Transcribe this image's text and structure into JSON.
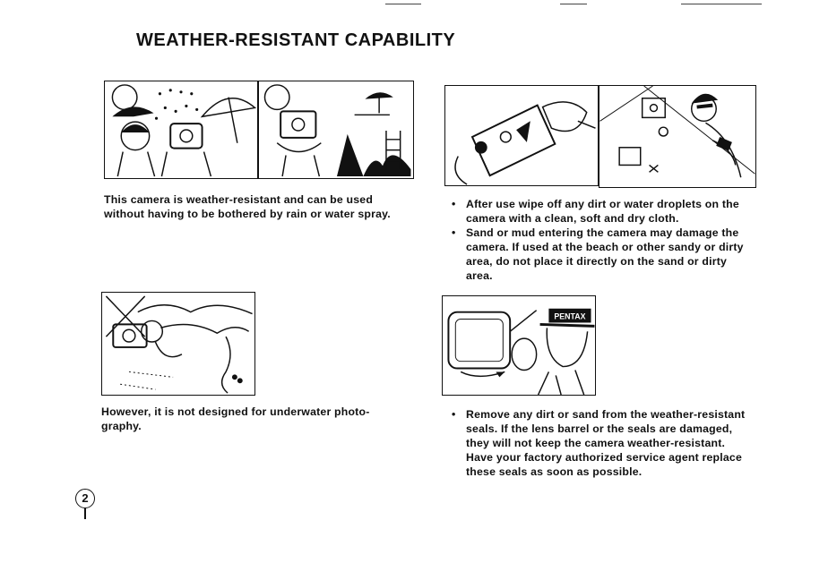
{
  "page": {
    "title": "WEATHER-RESISTANT CAPABILITY",
    "page_number": "2"
  },
  "sections": {
    "rain": {
      "text": "This camera is weather-resistant and can be used without having to be bothered by rain or water spray."
    },
    "cleaning": {
      "bullets": [
        "After use wipe off any dirt or water droplets on the camera with a clean, soft and dry cloth.",
        "Sand or mud entering the camera may damage the camera. If used at the beach or other sandy or dirty area, do not place it directly on the sand or dirty area."
      ]
    },
    "underwater": {
      "text": "However, it is not designed for underwater photo-graphy."
    },
    "seals": {
      "bullets": [
        "Remove any dirt or sand from the weather-resistant seals. If the lens barrel or the seals are damaged, they will not keep the camera weather-resistant. Have your factory authorized service agent replace these seals as soon as possible."
      ],
      "cap_logo": "PENTAX"
    }
  }
}
